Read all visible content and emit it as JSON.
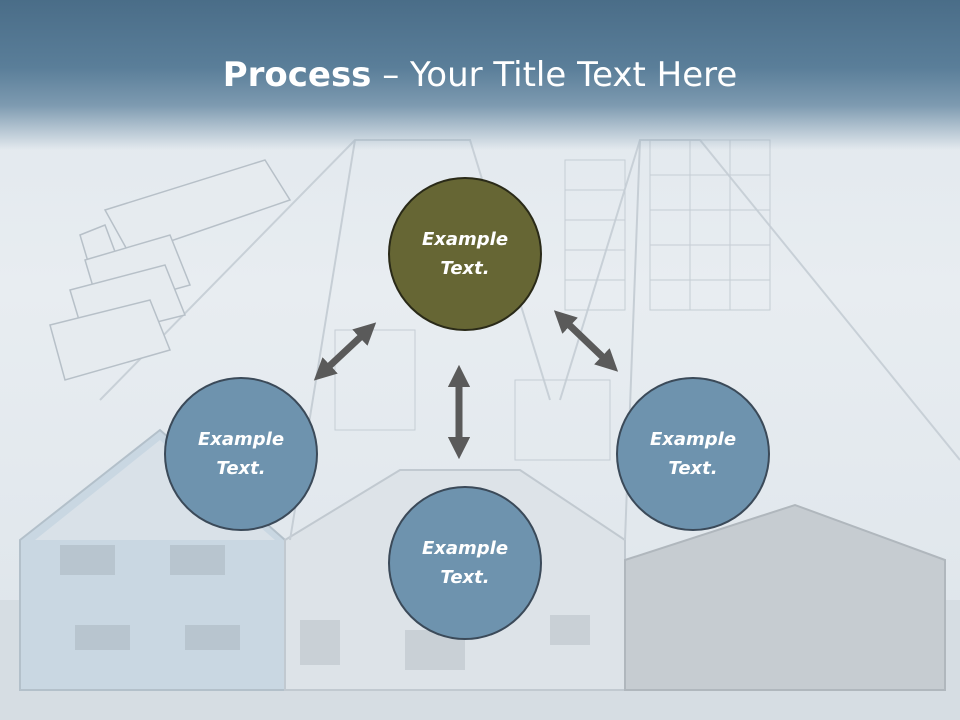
{
  "title": {
    "bold": "Process",
    "rest": " – Your Title Text Here"
  },
  "nodes": [
    {
      "label": "Example Text.",
      "color": "#666634"
    },
    {
      "label": "Example Text.",
      "color": "#6e93ae"
    },
    {
      "label": "Example Text.",
      "color": "#6e93ae"
    },
    {
      "label": "Example Text.",
      "color": "#6e93ae"
    }
  ],
  "colors": {
    "header": "#4a6d88",
    "arrow": "#5a5a5a"
  }
}
